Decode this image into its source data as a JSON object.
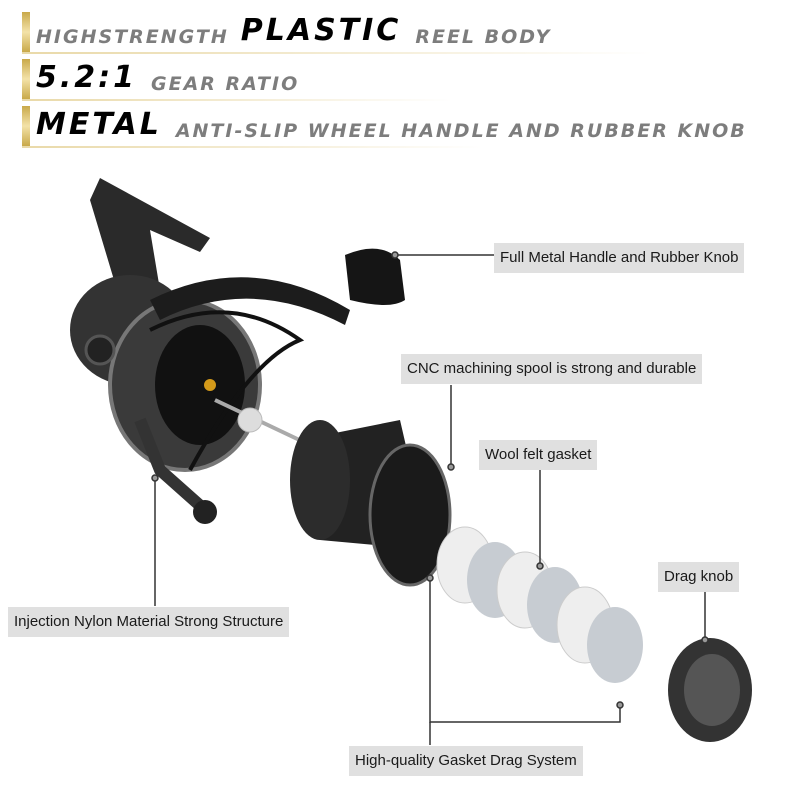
{
  "headlines": [
    {
      "pre": "Highstrength",
      "bold": "Plastic",
      "post": "reel body"
    },
    {
      "bold": "5.2:1",
      "post": "gear ratio"
    },
    {
      "bold": "Metal",
      "post": "anti-slip wheel handle and rubber knob"
    }
  ],
  "callouts": {
    "handle": "Full Metal Handle and Rubber Knob",
    "spool": "CNC machining spool is strong and durable",
    "wool": "Wool felt gasket",
    "drag_knob": "Drag knob",
    "body": "Injection Nylon Material Strong Structure",
    "drag_system": "High-quality Gasket Drag System"
  },
  "colors": {
    "gold": "#c9a94a",
    "label_bg": "#e0e0e0"
  }
}
